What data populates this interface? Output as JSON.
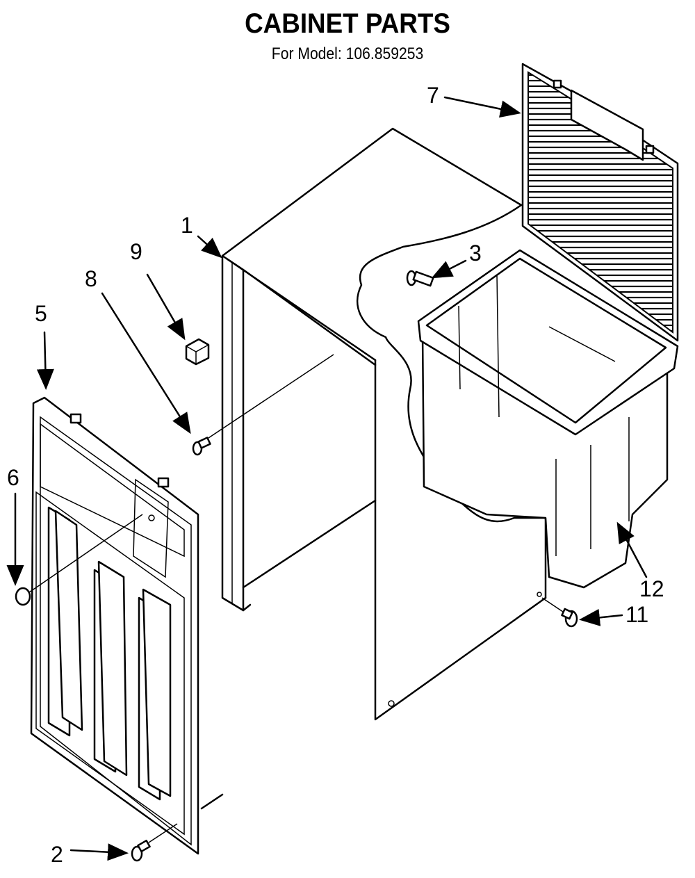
{
  "title": "CABINET PARTS",
  "subtitle": "For Model: 106.859253",
  "callouts": {
    "c1": "1",
    "c2": "2",
    "c3": "3",
    "c5": "5",
    "c6": "6",
    "c7": "7",
    "c8": "8",
    "c9": "9",
    "c11": "11",
    "c12": "12"
  }
}
